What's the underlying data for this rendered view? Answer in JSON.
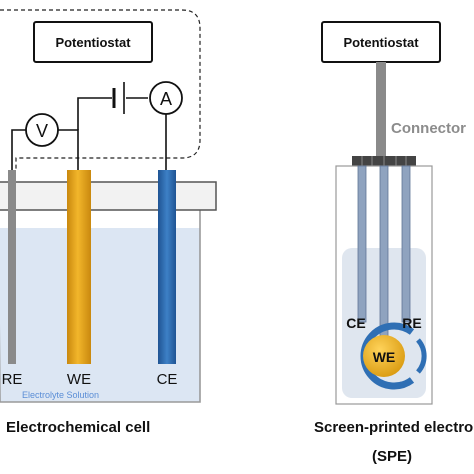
{
  "left": {
    "potentiostat": "Potentiostat",
    "voltmeter": "V",
    "ammeter": "A",
    "electrodes": {
      "re": "RE",
      "we": "WE",
      "ce": "CE"
    },
    "solution": "Electrolyte Solution",
    "caption": "Electrochemical cell"
  },
  "right": {
    "potentiostat": "Potentiostat",
    "connector": "Connector",
    "labels": {
      "ce": "CE",
      "re": "RE",
      "we": "WE"
    },
    "caption_line1": "Screen-printed electro",
    "caption_line2": "(SPE)"
  },
  "colors": {
    "we_gold": "#e7a61a",
    "ce_blue": "#2f6fb4",
    "re_gray": "#8a8a8a",
    "solution": "#dce6f3",
    "solution_text": "#5b8ed6",
    "connector_text": "#8c8c8c",
    "spe_track": "#8fa3bf"
  }
}
